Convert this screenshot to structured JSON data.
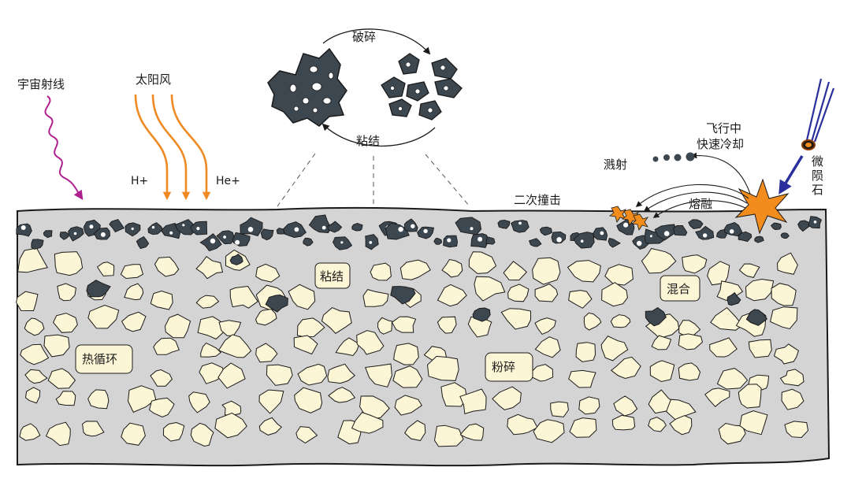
{
  "labels": {
    "cosmic_rays": "宇宙射线",
    "solar_wind": "太阳风",
    "h_plus": "H+",
    "he_plus": "He+",
    "fragmentation_top": "破碎",
    "agglutination_top": "粘结",
    "secondary_impact": "二次撞击",
    "splash": "溅射",
    "rapid_cooling_line1": "飞行中",
    "rapid_cooling_line2": "快速冷却",
    "melting": "熔融",
    "micrometeorite": "微陨石",
    "agglutination_inner": "粘结",
    "mixing": "混合",
    "thermal_cycling": "热循环",
    "comminution": "粉碎"
  },
  "colors": {
    "cosmic_ray": "#b0208f",
    "solar_wind": "#ef8a22",
    "micrometeorite": "#2a2f9c",
    "agglutinate": "#3d4750",
    "grain": "#fdf6d6",
    "regolith": "#d4d4d4",
    "impact": "#f28c1c",
    "outline": "#1a1a1a"
  }
}
